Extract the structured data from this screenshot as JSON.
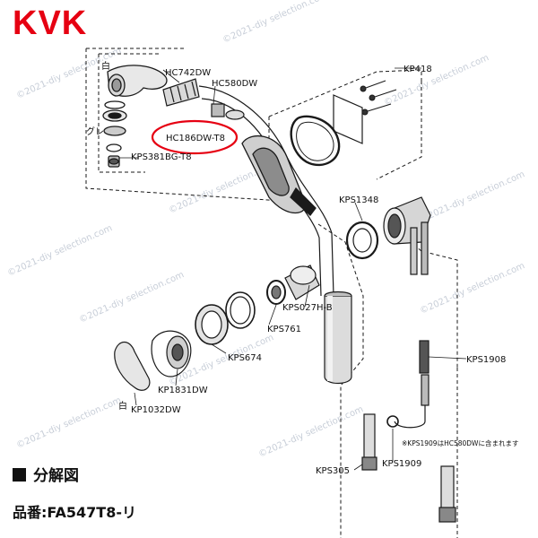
{
  "brand": "KVK",
  "watermark": "©2021-diy selection.com",
  "title_label": "分解図",
  "model_label": "品番:FA547T8-リ",
  "colors": {
    "brand": "#e60012",
    "highlight": "#e60012",
    "line": "#1a1a1a"
  },
  "callouts": {
    "white_top": "白",
    "gray": "グレ",
    "white_bottom": "白",
    "hc742dw": "HC742DW",
    "hc580dw": "HC580DW",
    "hc186dw": "HC186DW-T8",
    "kps381bg": "KPS381BG-T8",
    "kp418": "KP418",
    "kps1348": "KPS1348",
    "kps027h": "KPS027H-B",
    "kps761": "KPS761",
    "kps674": "KPS674",
    "kp1831dw": "KP1831DW",
    "kp1032dw": "KP1032DW",
    "kps1908": "KPS1908",
    "kps1909": "KPS1909",
    "kps305": "KPS305",
    "note": "※KPS1909はHC580DWに含まれます"
  }
}
